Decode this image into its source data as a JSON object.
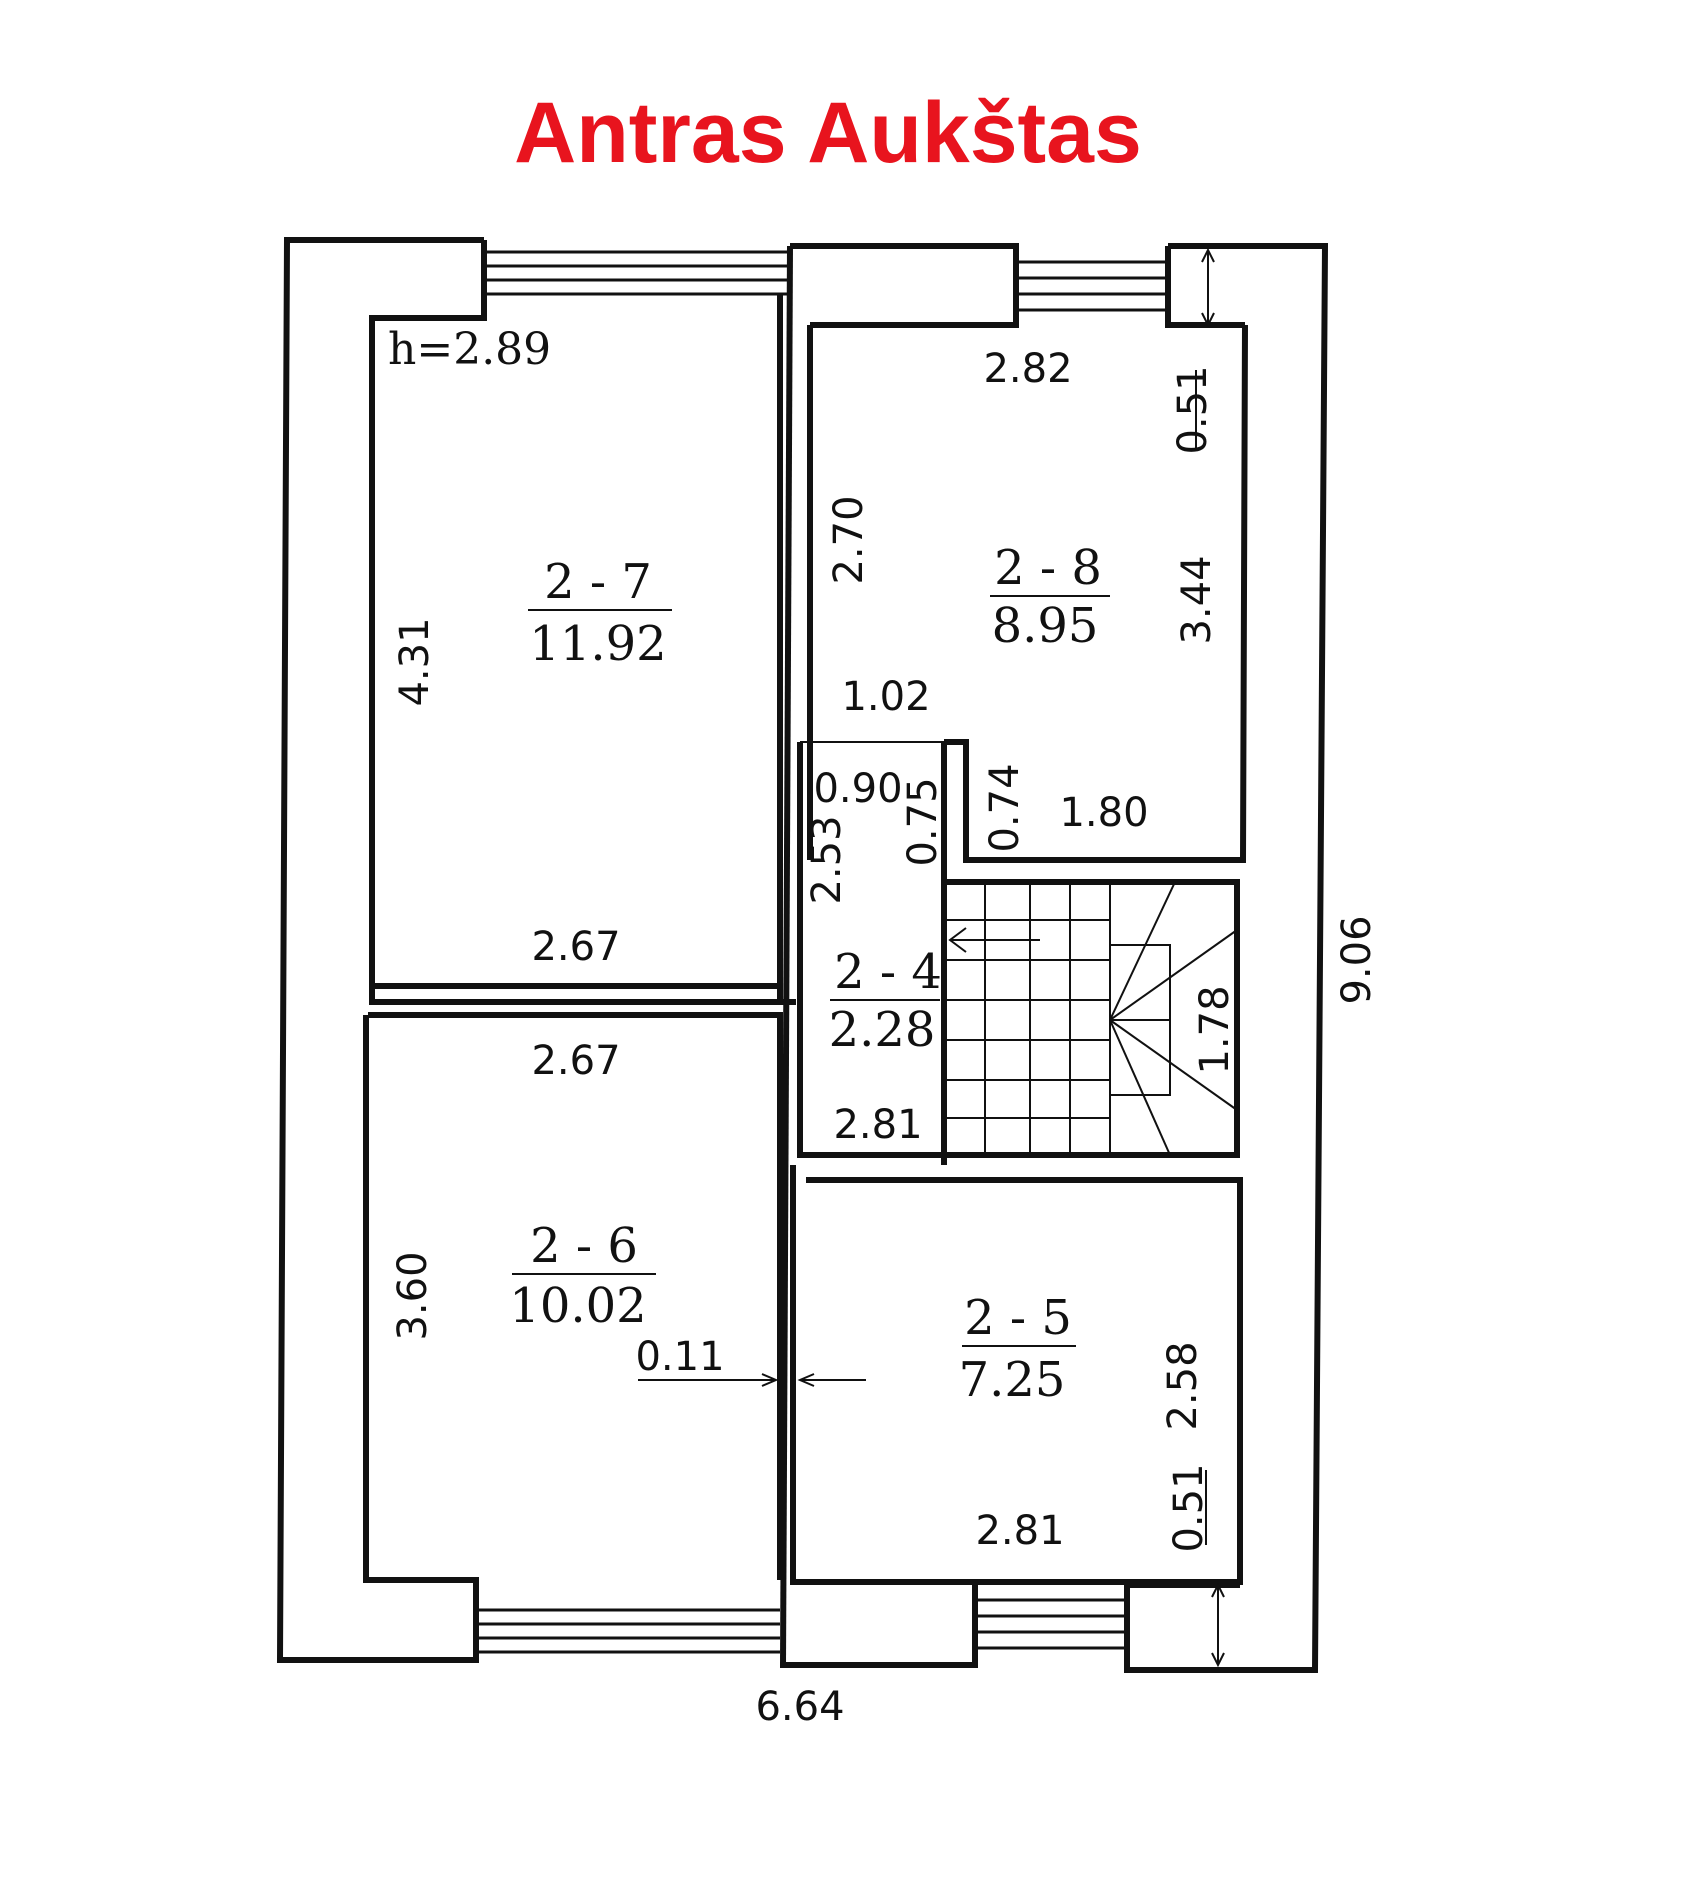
{
  "title": "Antras Aukštas",
  "ceiling_height": "h=2.89",
  "rooms": {
    "r27": {
      "number": "2 - 7",
      "area": "11.92"
    },
    "r28": {
      "number": "2 - 8",
      "area": "8.95"
    },
    "r24": {
      "number": "2 - 4",
      "area": "2.28"
    },
    "r26": {
      "number": "2 - 6",
      "area": "10.02"
    },
    "r25": {
      "number": "2 - 5",
      "area": "7.25"
    }
  },
  "dimensions": {
    "r27_height": "4.31",
    "r27_width": "2.67",
    "r28_top": "2.82",
    "r28_window_depth": "0.51",
    "r28_left": "2.70",
    "r28_right": "3.44",
    "r28_bottom_left": "1.02",
    "r28_notch_height": "0.74",
    "r28_bottom_right": "1.80",
    "corridor_top": "0.90",
    "corridor_notch": "0.75",
    "corridor_height": "2.53",
    "corridor_bottom": "2.81",
    "stair_width": "1.78",
    "r26_top": "2.67",
    "r26_height": "3.60",
    "wall_gap": "0.11",
    "r25_height": "2.58",
    "r25_window_depth": "0.51",
    "r25_bottom": "2.81",
    "total_width": "6.64",
    "total_length": "9.06"
  }
}
